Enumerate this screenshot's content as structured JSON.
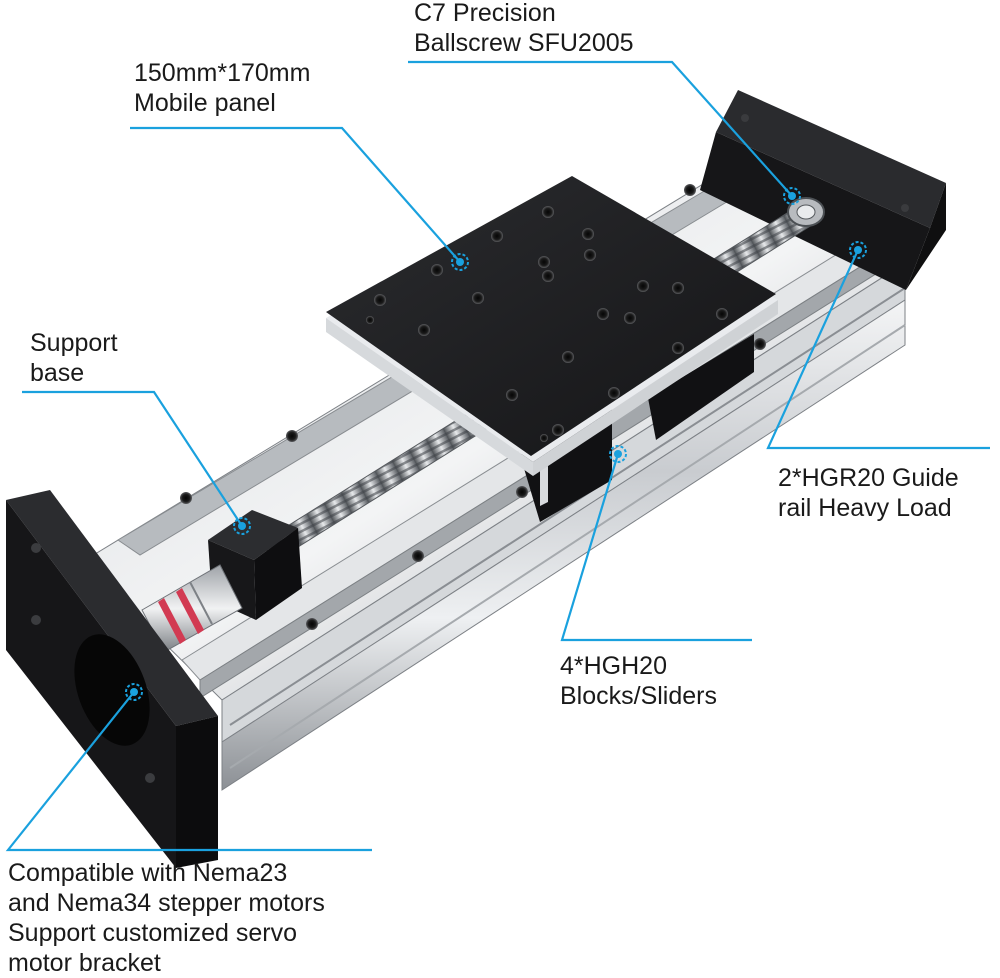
{
  "colors": {
    "callout": "#1aa1de",
    "text": "#1a1a1a",
    "aluminum_light": "#e8eaec",
    "aluminum_dark": "#8e9296",
    "anodized_black": "#1c1c1e"
  },
  "callouts": {
    "ballscrew": {
      "line1": "C7 Precision",
      "line2": "Ballscrew SFU2005"
    },
    "panel": {
      "line1": "150mm*170mm",
      "line2": "Mobile panel"
    },
    "support": {
      "line1": "Support",
      "line2": "base"
    },
    "guide": {
      "line1": "2*HGR20 Guide",
      "line2": "rail Heavy Load"
    },
    "blocks": {
      "line1": "4*HGH20",
      "line2": "Blocks/Sliders"
    },
    "motor": {
      "line1": "Compatible with Nema23",
      "line2": "and Nema34 stepper motors",
      "line3": "Support customized servo",
      "line4": "motor bracket"
    }
  }
}
